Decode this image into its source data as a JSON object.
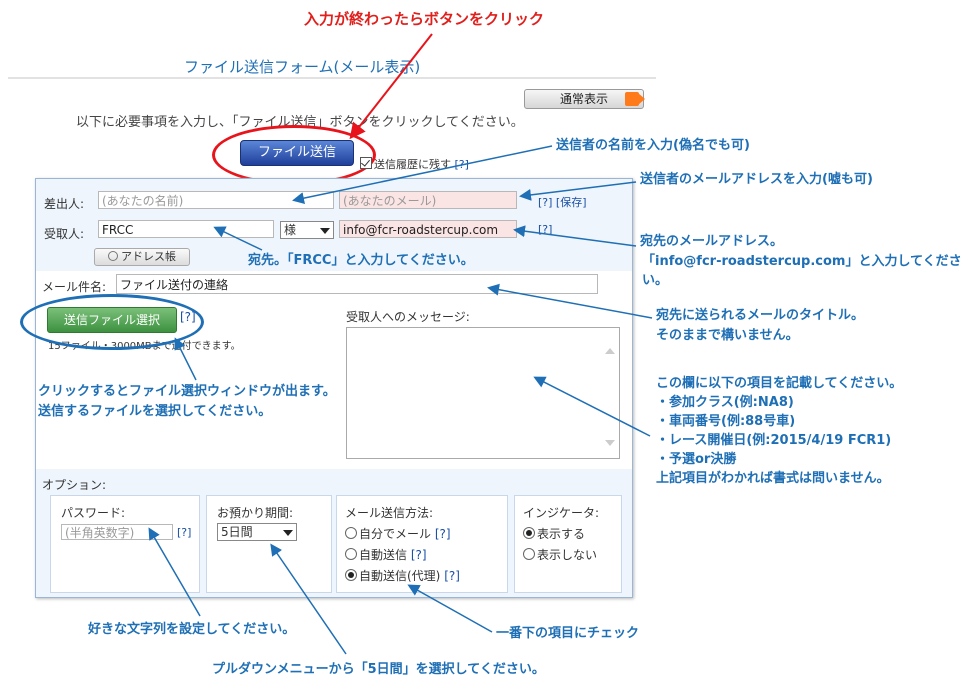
{
  "annotations": {
    "top_red": "入力が終わったらボタンをクリック",
    "sender_name": "送信者の名前を入力(偽名でも可)",
    "sender_mail": "送信者のメールアドレスを入力(嘘も可)",
    "dest_mail_line1": "宛先のメールアドレス。",
    "dest_mail_line2": "「info@fcr-roadstercup.com」と入力してください。",
    "dest_name": "宛先。「FRCC」と入力してください。",
    "subject_line1": "宛先に送られるメールのタイトル。",
    "subject_line2": "そのままで構いません。",
    "message_lines": [
      "この欄に以下の項目を記載してください。",
      "・参加クラス(例:NA8)",
      "・車両番号(例:88号車)",
      "・レース開催日(例:2015/4/19 FCR1)",
      "・予選or決勝",
      "上記項目がわかれば書式は問いません。"
    ],
    "file_select_line1": "クリックするとファイル選択ウィンドウが出ます。",
    "file_select_line2": "送信するファイルを選択してください。",
    "password": "好きな文字列を設定してください。",
    "method": "一番下の項目にチェック",
    "retention": "プルダウンメニューから「5日間」を選択してください。"
  },
  "page": {
    "title": "ファイル送信フォーム(メール表示)",
    "normal_view_button": "通常表示",
    "instruction": "以下に必要事項を入力し、「ファイル送信」ボタンをクリックしてください。",
    "send_button": "ファイル送信",
    "keep_history": "送信履歴に残す",
    "help": "[?]"
  },
  "form": {
    "sender_label": "差出人:",
    "sender_name_placeholder": "(あなたの名前)",
    "sender_mail_placeholder": "(あなたのメール)",
    "help_save": "[?] [保存]",
    "recipient_label": "受取人:",
    "recipient_name": "FRCC",
    "honorific": "様",
    "recipient_mail": "info@fcr-roadstercup.com",
    "help": "[?]",
    "address_book": "アドレス帳",
    "subject_label": "メール件名:",
    "subject_value": "ファイル送付の連絡",
    "file_select_button": "送信ファイル選択",
    "file_limit": "15ファイル・3000MBまで送付できます。",
    "message_label": "受取人へのメッセージ:"
  },
  "options": {
    "label": "オプション:",
    "password_label": "パスワード:",
    "password_placeholder": "(半角英数字)",
    "retention_label": "お預かり期間:",
    "retention_value": "5日間",
    "method_label": "メール送信方法:",
    "method_items": [
      "自分でメール",
      "自動送信",
      "自動送信(代理)"
    ],
    "method_selected": "自動送信(代理)",
    "indicator_label": "インジケータ:",
    "indicator_items": [
      "表示する",
      "表示しない"
    ],
    "indicator_selected": "表示する"
  },
  "colors": {
    "annotation_blue": "#1e6fb5",
    "annotation_red": "#e0201c",
    "pink_field": "#fbe4e4"
  }
}
